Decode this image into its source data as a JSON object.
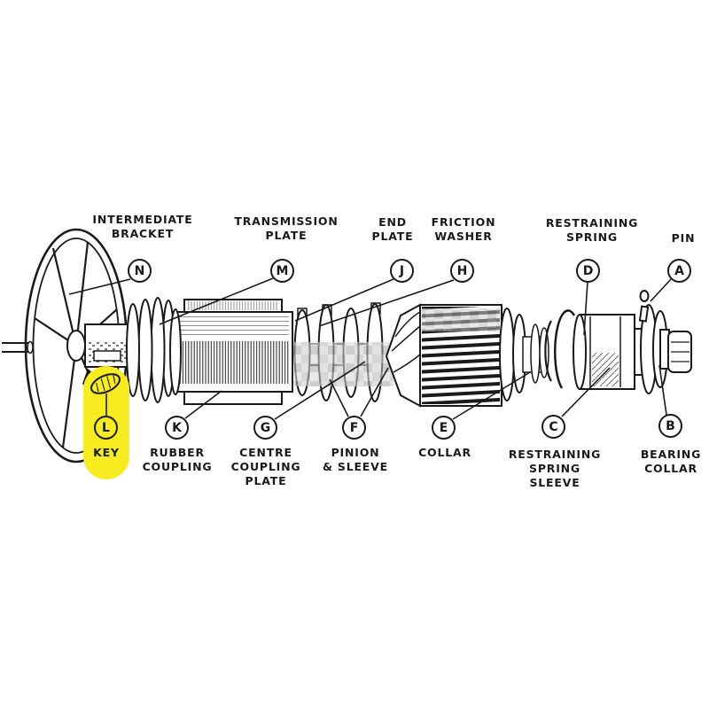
{
  "figure": {
    "highlight_color": "#f6ec1f",
    "ink_color": "#1a1a1a"
  },
  "callouts_top": [
    {
      "letter": "N",
      "label_lines": [
        "INTERMEDIATE",
        "BRACKET"
      ]
    },
    {
      "letter": "M",
      "label_lines": [
        "TRANSMISSION",
        "PLATE"
      ]
    },
    {
      "letter": "J",
      "label_lines": [
        "END",
        "PLATE"
      ]
    },
    {
      "letter": "H",
      "label_lines": [
        "FRICTION",
        "WASHER"
      ]
    },
    {
      "letter": "D",
      "label_lines": [
        "RESTRAINING",
        "SPRING"
      ]
    },
    {
      "letter": "A",
      "label_lines": [
        "PIN"
      ]
    }
  ],
  "callouts_bottom": [
    {
      "letter": "L",
      "label_lines": [
        "KEY"
      ],
      "highlighted": true
    },
    {
      "letter": "K",
      "label_lines": [
        "RUBBER",
        "COUPLING"
      ]
    },
    {
      "letter": "G",
      "label_lines": [
        "CENTRE",
        "COUPLING",
        "PLATE"
      ]
    },
    {
      "letter": "F",
      "label_lines": [
        "PINION",
        "& SLEEVE"
      ]
    },
    {
      "letter": "E",
      "label_lines": [
        "COLLAR"
      ]
    },
    {
      "letter": "C",
      "label_lines": [
        "RESTRAINING",
        "SPRING",
        "SLEEVE"
      ]
    },
    {
      "letter": "B",
      "label_lines": [
        "BEARING",
        "COLLAR"
      ]
    }
  ]
}
